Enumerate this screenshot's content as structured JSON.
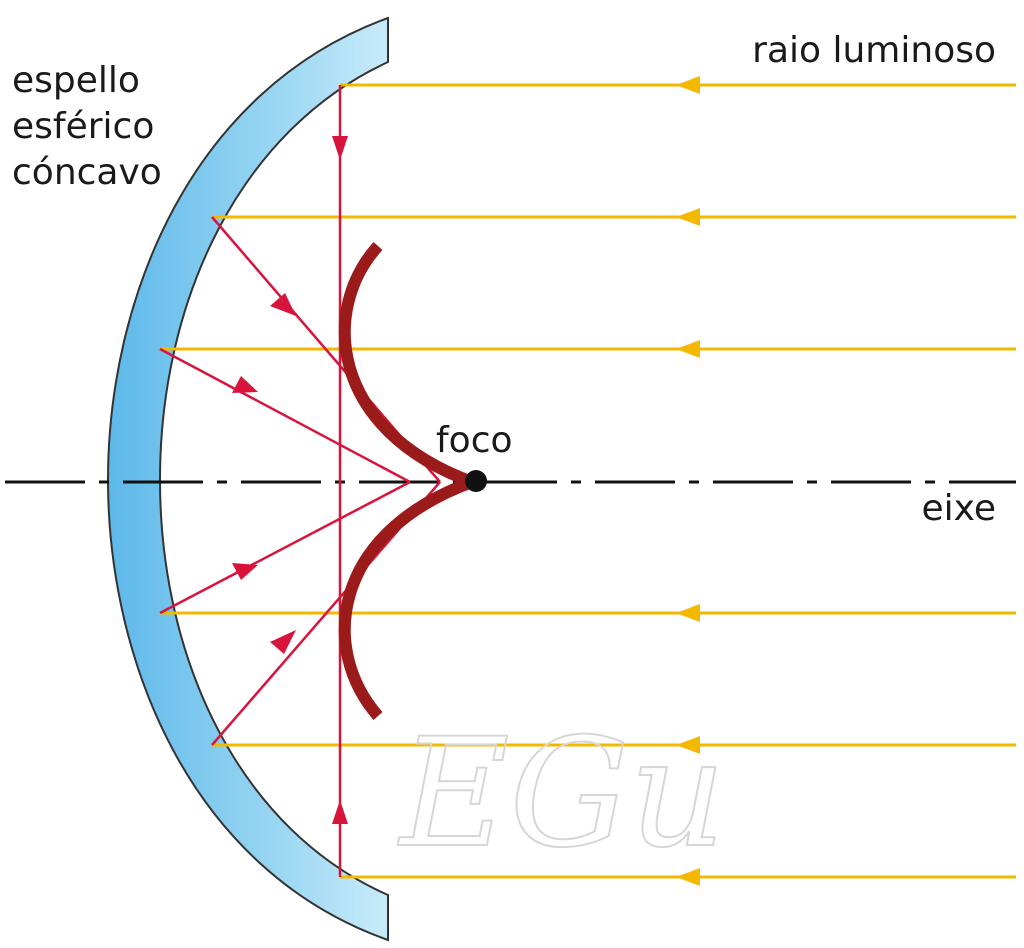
{
  "labels": {
    "mirror_line1": "espello",
    "mirror_line2": "esférico",
    "mirror_line3": "cóncavo",
    "light_ray": "raio luminoso",
    "focus": "foco",
    "axis": "eixe"
  },
  "watermark": "EGu",
  "colors": {
    "mirror_fill": "#8fd0f0",
    "mirror_edge": "#333333",
    "incident_ray": "#f5b800",
    "reflected_ray": "#d8143c",
    "caustic": "#9b1b1b",
    "axis": "#111111",
    "focus_dot": "#111111"
  }
}
